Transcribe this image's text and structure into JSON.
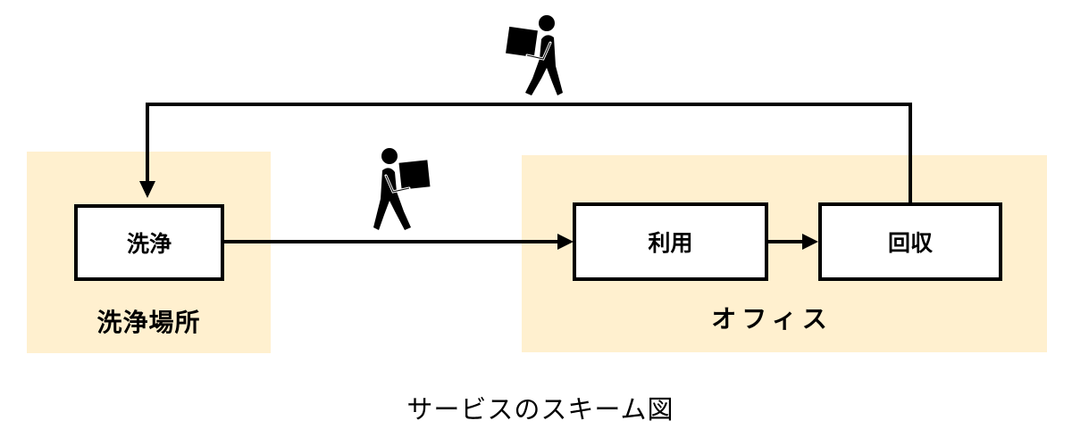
{
  "zones": [
    {
      "id": "washing-site",
      "label": "洗浄場所"
    },
    {
      "id": "office",
      "label": "オフィス"
    }
  ],
  "nodes": [
    {
      "id": "wash",
      "label": "洗浄"
    },
    {
      "id": "use",
      "label": "利用"
    },
    {
      "id": "collect",
      "label": "回収"
    }
  ],
  "edges": [
    {
      "from": "wash",
      "to": "use",
      "icon": "person-carrying-box-icon"
    },
    {
      "from": "use",
      "to": "collect"
    },
    {
      "from": "collect",
      "to": "wash",
      "icon": "person-carrying-box-icon"
    }
  ],
  "colors": {
    "zone_fill": "#fff0cf",
    "stroke": "#000000"
  },
  "caption": "サービスのスキーム図"
}
